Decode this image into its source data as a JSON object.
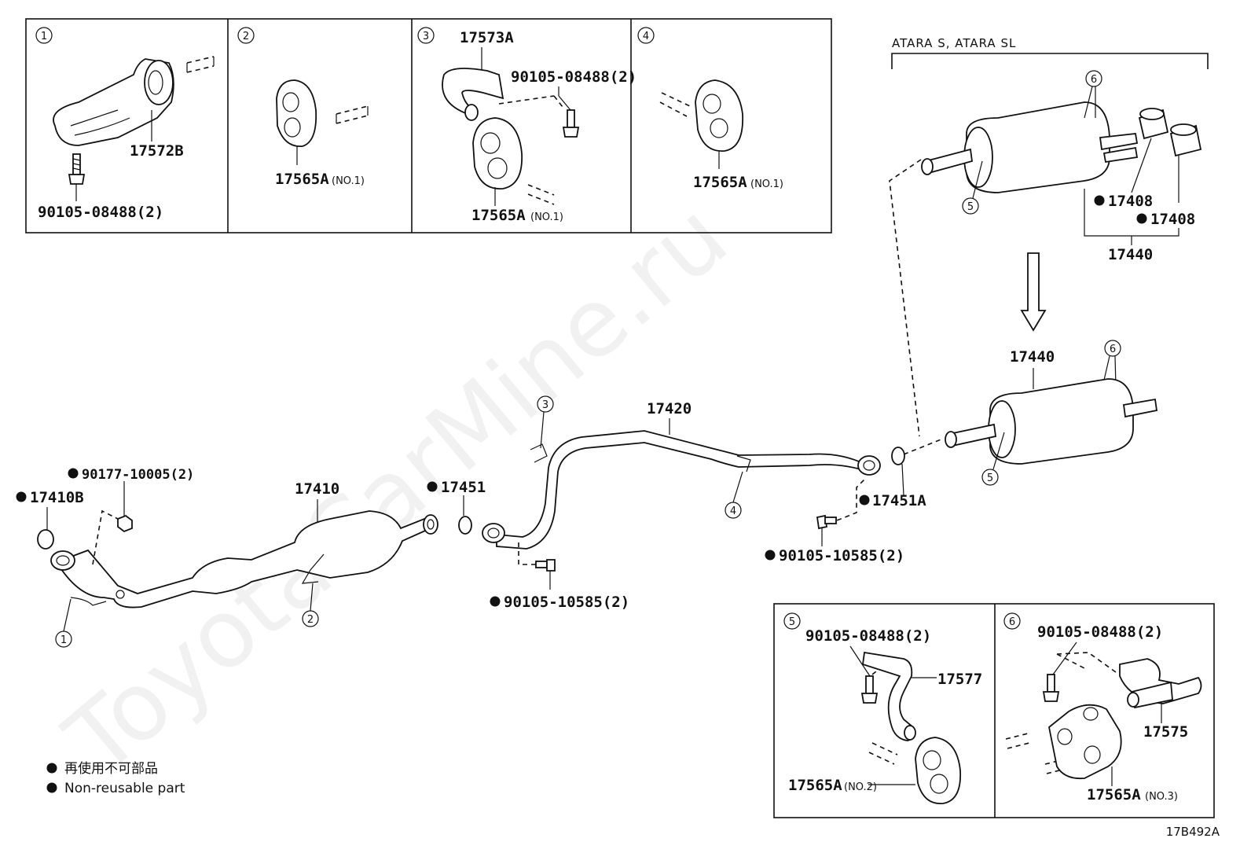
{
  "watermark": "ToyotaCarMine.ru",
  "insets": {
    "i1": {
      "num": "1",
      "part": "17572B",
      "bolt": "90105-08488(2)"
    },
    "i2": {
      "num": "2",
      "part": "17565A",
      "sub": "(NO.1)"
    },
    "i3": {
      "num": "3",
      "part_top": "17573A",
      "bolt": "90105-08488(2)",
      "part": "17565A",
      "sub": "(NO.1)"
    },
    "i4": {
      "num": "4",
      "part": "17565A",
      "sub": "(NO.1)"
    },
    "i5": {
      "num": "5",
      "bolt": "90105-08488(2)",
      "bracket": "17577",
      "part": "17565A",
      "sub": "(NO.2)"
    },
    "i6": {
      "num": "6",
      "bolt": "90105-08488(2)",
      "bracket": "17575",
      "part": "17565A",
      "sub": "(NO.3)"
    }
  },
  "atara": {
    "header": "ATARA S, ATARA SL",
    "tip1": "17408",
    "tip2": "17408",
    "muffler": "17440",
    "c5": "5",
    "c6": "6"
  },
  "main": {
    "muffler": "17440",
    "c5": "5",
    "c6": "6",
    "pipe_center": "17420",
    "c3": "3",
    "c4": "4",
    "gasket_rear": "17451A",
    "bolt_rear": "90105-10585(2)",
    "gasket_mid": "17451",
    "bolt_mid": "90105-10585(2)",
    "converter": "17410",
    "c2": "2",
    "gasket_front": "17410B",
    "nut_front": "90177-10005(2)",
    "c1": "1"
  },
  "legend": {
    "jp": "再使用不可部品",
    "en": "Non-reusable part"
  },
  "code": "17B492A"
}
